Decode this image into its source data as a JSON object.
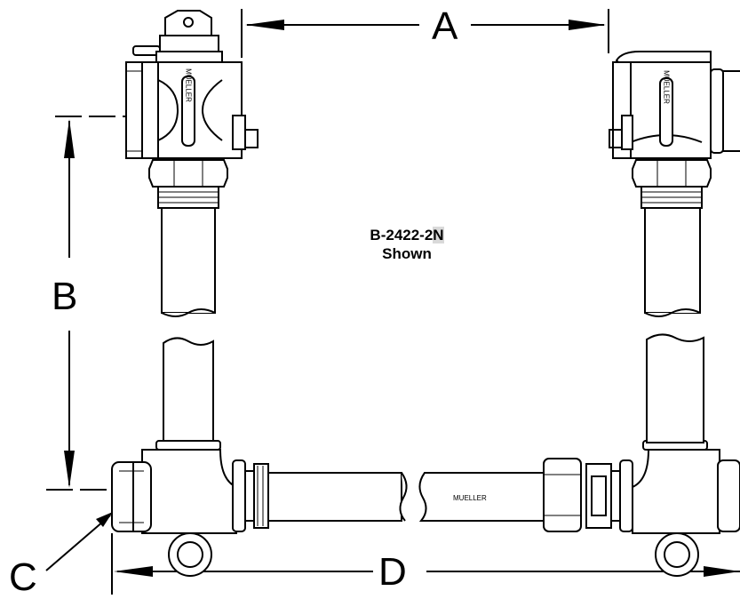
{
  "dimensions": {
    "a": "A",
    "b": "B",
    "c": "C",
    "d": "D"
  },
  "callout": {
    "model_prefix": "B-2422-2",
    "model_suffix": "N",
    "line2": "Shown"
  },
  "stamps": {
    "valve_left": "MUELLER",
    "valve_right": "MUELLER",
    "pipe": "MUELLER"
  },
  "colors": {
    "line": "#000000",
    "background": "#ffffff",
    "highlight": "#d9d9d9"
  }
}
